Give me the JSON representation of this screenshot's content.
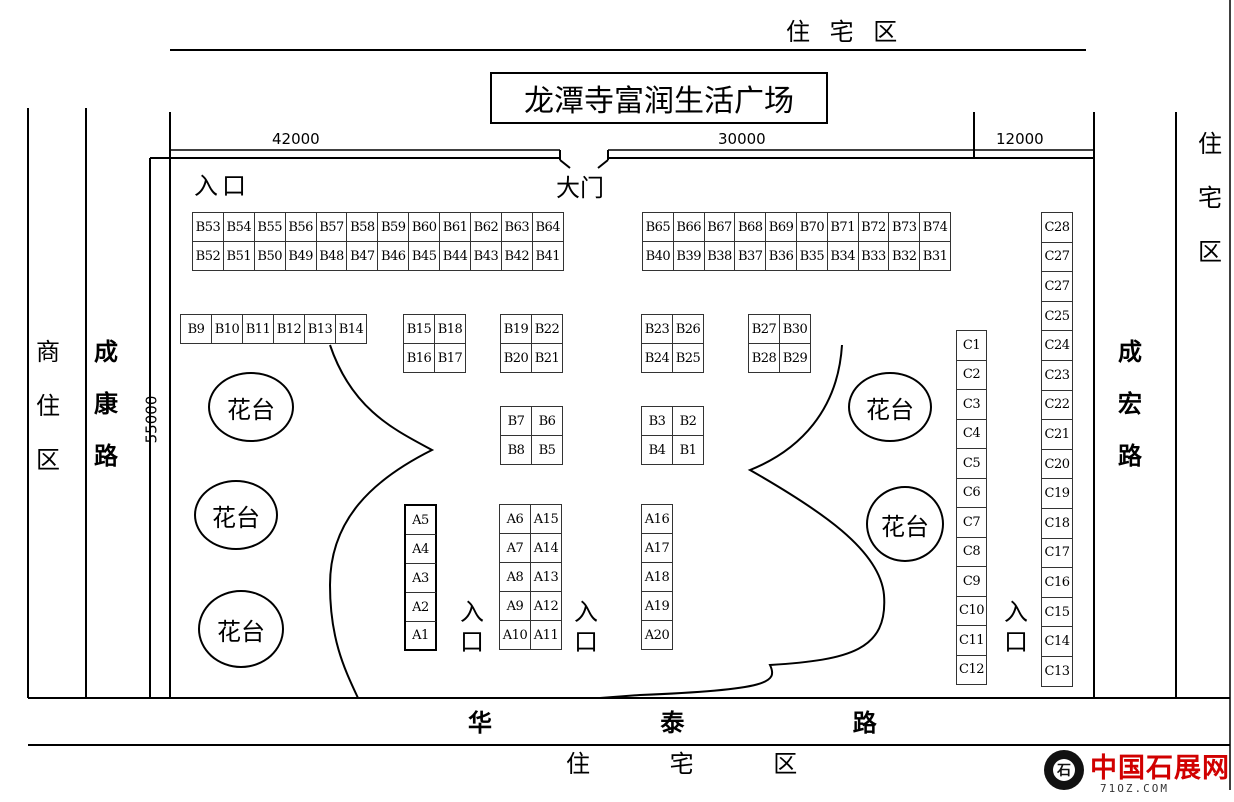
{
  "title": "龙潭寺富润生活广场",
  "residential": {
    "top": "住 宅 区",
    "bottom": "住 宅 区",
    "right": [
      "住",
      "宅",
      "区"
    ],
    "left_commercial": [
      "商",
      "住",
      "区"
    ]
  },
  "roads": {
    "left": [
      "成",
      "康",
      "路"
    ],
    "right": [
      "成",
      "宏",
      "路"
    ],
    "bottom": "华 泰 路"
  },
  "dimensions": {
    "left": "42000",
    "middle": "30000",
    "right": "12000",
    "vertical": "55000"
  },
  "gate": "大门",
  "entrance": "入口",
  "entrance_v": [
    "入",
    "口"
  ],
  "platform_label": "花台",
  "booths": {
    "b_top_left_row1": [
      "B53",
      "B54",
      "B55",
      "B56",
      "B57",
      "B58",
      "B59",
      "B60",
      "B61",
      "B62",
      "B63",
      "B64"
    ],
    "b_top_left_row2": [
      "B52",
      "B51",
      "B50",
      "B49",
      "B48",
      "B47",
      "B46",
      "B45",
      "B44",
      "B43",
      "B42",
      "B41"
    ],
    "b_top_right_row1": [
      "B65",
      "B66",
      "B67",
      "B68",
      "B69",
      "B70",
      "B71",
      "B72",
      "B73",
      "B74"
    ],
    "b_top_right_row2": [
      "B40",
      "B39",
      "B38",
      "B37",
      "B36",
      "B35",
      "B34",
      "B33",
      "B32",
      "B31"
    ],
    "b_row_9_14": [
      "B9",
      "B10",
      "B11",
      "B12",
      "B13",
      "B14"
    ],
    "b_15_18": [
      "B15",
      "B18",
      "B16",
      "B17"
    ],
    "b_19_22": [
      "B19",
      "B22",
      "B20",
      "B21"
    ],
    "b_23_26": [
      "B23",
      "B26",
      "B24",
      "B25"
    ],
    "b_27_30": [
      "B27",
      "B30",
      "B28",
      "B29"
    ],
    "b_7_6": [
      "B7",
      "B6",
      "B8",
      "B5"
    ],
    "b_3_2": [
      "B3",
      "B2",
      "B4",
      "B1"
    ],
    "a_1_5": [
      "A5",
      "A4",
      "A3",
      "A2",
      "A1"
    ],
    "a_6_15": [
      "A6",
      "A15",
      "A7",
      "A14",
      "A8",
      "A13",
      "A9",
      "A12",
      "A10",
      "A11"
    ],
    "a_16_20": [
      "A16",
      "A17",
      "A18",
      "A19",
      "A20"
    ],
    "c_1_12": [
      "C1",
      "C2",
      "C3",
      "C4",
      "C5",
      "C6",
      "C7",
      "C8",
      "C9",
      "C10",
      "C11",
      "C12"
    ],
    "c_13_28": [
      "C28",
      "C27",
      "C27",
      "C25",
      "C24",
      "C23",
      "C22",
      "C21",
      "C20",
      "C19",
      "C18",
      "C17",
      "C16",
      "C15",
      "C14",
      "C13"
    ]
  },
  "brand": {
    "name": "中国石展网",
    "url": "71OZ.COM",
    "seal": "石"
  }
}
